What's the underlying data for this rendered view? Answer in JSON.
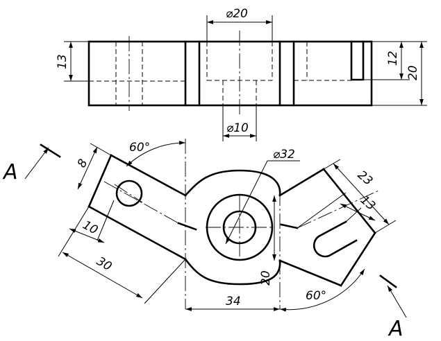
{
  "dimensions": {
    "top_diameter": "⌀20",
    "top_height_left": "13",
    "top_height_right_small": "12",
    "top_height_right_total": "20",
    "bottom_diameter": "⌀10",
    "hub_diameter": "⌀32",
    "left_width": "8",
    "left_hole_offset": "10",
    "left_length": "30",
    "left_angle": "60°",
    "right_length": "23",
    "right_slot": "13",
    "right_angle": "60°",
    "hub_span": "34",
    "hub_height": "20"
  },
  "section_labels": {
    "left": "A",
    "right": "A"
  }
}
